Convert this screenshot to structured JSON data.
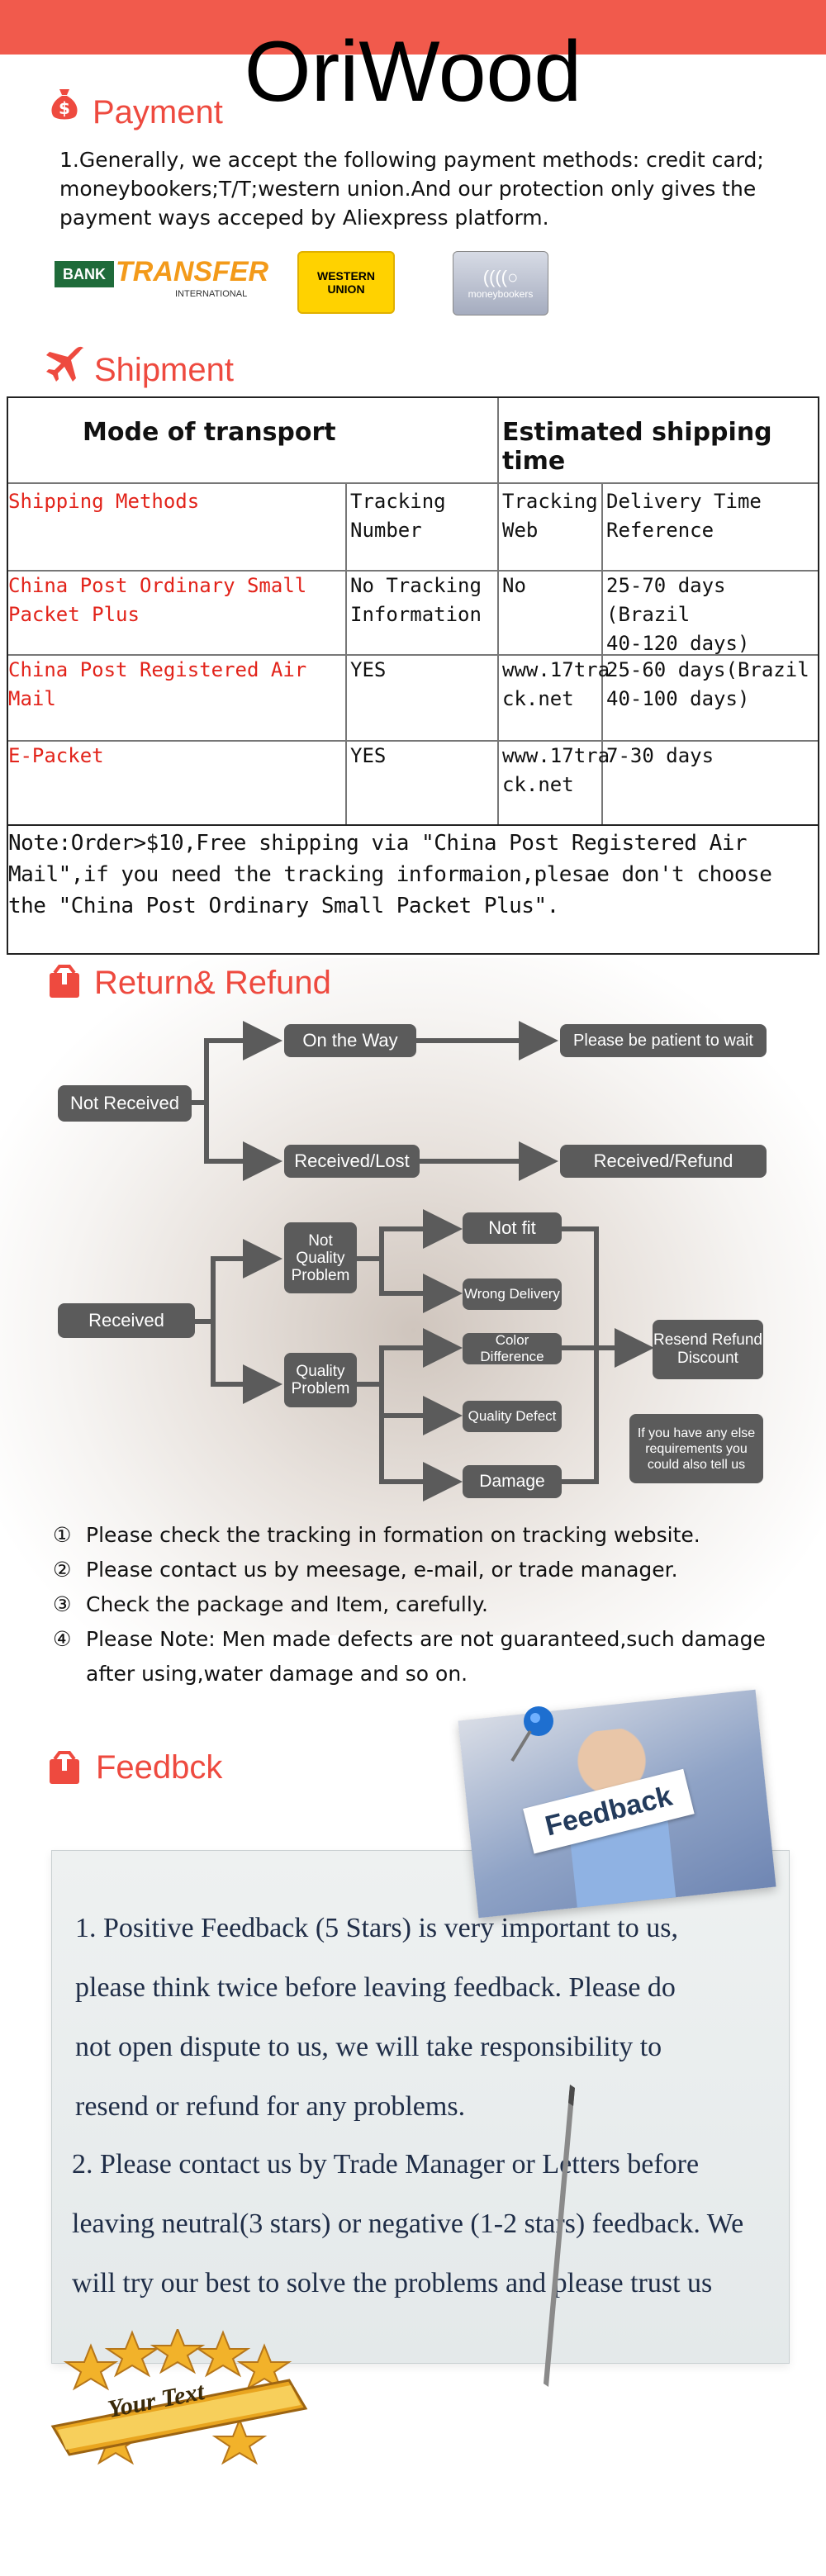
{
  "header": {
    "brand": "OriWood",
    "accent": "#f15a4c"
  },
  "payment": {
    "title": "Payment",
    "icon": "money-bag-icon",
    "text_lines": [
      "1.Generally, we accept the following payment methods: credit card;",
      "moneybookers;T/T;western union.And our protection only gives the",
      "payment ways acceped by Aliexpress platform."
    ],
    "logos": {
      "bank": "BANK",
      "transfer": "TRANSFER",
      "international": "INTERNATIONAL",
      "western": "WESTERN",
      "union": "UNION",
      "moneybookers": "moneybookers"
    }
  },
  "shipment": {
    "title": "Shipment",
    "icon": "airplane-icon",
    "table": {
      "header_left": "Mode of transport",
      "header_right": "Estimated shipping time",
      "columns": [
        "Shipping Methods",
        "Tracking Number",
        "Tracking Web",
        "Delivery Time Reference"
      ],
      "rows": [
        {
          "method": [
            "China Post Ordinary Small",
            "Packet Plus"
          ],
          "tracking": [
            "No Tracking",
            "Information"
          ],
          "web": [
            "No"
          ],
          "delivery": [
            "25-70 days (Brazil",
            "40-120 days)"
          ]
        },
        {
          "method": [
            "China Post Registered Air",
            "Mail"
          ],
          "tracking": [
            "YES"
          ],
          "web": [
            "www.17tra",
            "ck.net"
          ],
          "delivery": [
            "25-60  days(Brazil",
            "40-100 days)"
          ]
        },
        {
          "method": [
            "E-Packet"
          ],
          "tracking": [
            "YES"
          ],
          "web": [
            "www.17tra",
            "ck.net"
          ],
          "delivery": [
            "7-30 days"
          ]
        }
      ],
      "note_lines": [
        "Note:Order>$10,Free shipping via \"China Post Registered Air",
        "Mail\",if you need the tracking informaion,plesae don't choose",
        "the \"China Post Ordinary Small Packet Plus\"."
      ]
    }
  },
  "refund": {
    "title": "Return& Refund",
    "icon": "box-icon",
    "flow": {
      "not_received": "Not Received",
      "on_the_way": "On the Way",
      "be_patient": "Please be patient to wait",
      "received_lost": "Received/Lost",
      "received_refund": "Received/Refund",
      "received": "Received",
      "not_quality": "Not Quality Problem",
      "quality": "Quality Problem",
      "not_fit": "Not fit",
      "wrong_delivery": "Wrong Delivery",
      "color_difference": "Color Difference",
      "quality_defect": "Quality Defect",
      "damage": "Damage",
      "resend": "Resend Refund Discount",
      "other": "If you have any else requirements you could also tell us"
    },
    "notes": [
      {
        "num": "①",
        "text": "Please check the tracking in formation on tracking website."
      },
      {
        "num": "②",
        "text": "Please contact us by meesage, e-mail, or trade manager."
      },
      {
        "num": "③",
        "text": "Check the package and Item, carefully."
      },
      {
        "num": "④",
        "text": "Please Note: Men made defects  are not guaranteed,such damage"
      },
      {
        "num": "",
        "text": "after using,water damage and so on."
      }
    ]
  },
  "feedback": {
    "title": "Feedbck",
    "icon": "box-icon",
    "sign": "Feedback",
    "lines": [
      "1. Positive Feedback (5 Stars) is very important to us,",
      "please think twice before leaving feedback. Please do",
      "not open dispute to us,   we will take responsibility to",
      "resend or refund for any problems.",
      "2. Please contact us by Trade Manager or Letters before",
      "leaving neutral(3 stars) or negative (1-2 stars) feedback. We",
      "will try our best to solve the problems and please trust us"
    ],
    "badge_text": "Your Text"
  }
}
